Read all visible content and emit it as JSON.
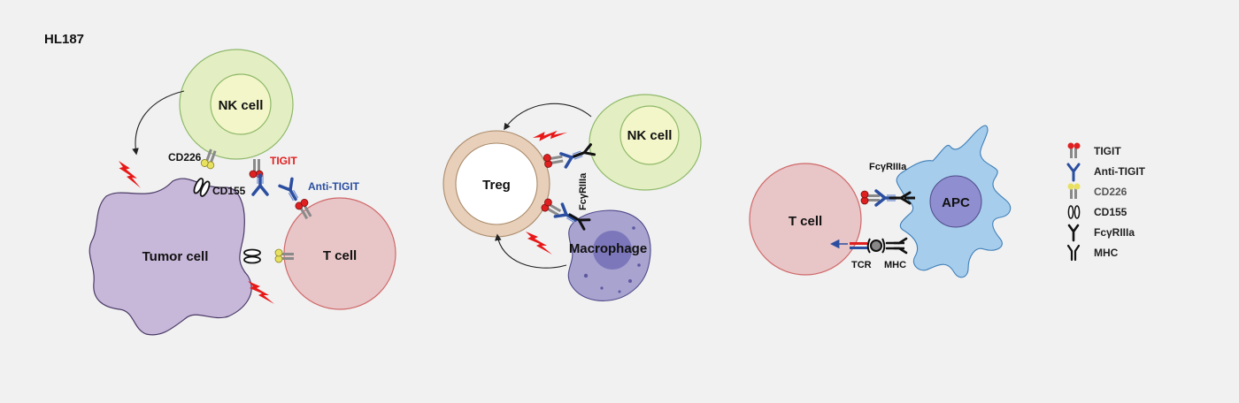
{
  "title": "HL187",
  "panel1": {
    "nk_cell": "NK cell",
    "tumor_cell": "Tumor cell",
    "t_cell": "T cell",
    "cd226": "CD226",
    "cd155": "CD155",
    "tigit": "TIGIT",
    "anti_tigit": "Anti-TIGIT"
  },
  "panel2": {
    "treg": "Treg",
    "nk_cell": "NK cell",
    "macrophage": "Macrophage",
    "fcgr": "FcγRIIIa"
  },
  "panel3": {
    "t_cell": "T cell",
    "apc": "APC",
    "fcgr": "FcγRIIIa",
    "tcr": "TCR",
    "mhc": "MHC"
  },
  "legend": [
    {
      "label": "TIGIT",
      "icon": "tigit-icon"
    },
    {
      "label": "Anti-TIGIT",
      "icon": "anti-tigit-icon"
    },
    {
      "label": "CD226",
      "icon": "cd226-icon"
    },
    {
      "label": "CD155",
      "icon": "cd155-icon"
    },
    {
      "label": "FcγRIIIa",
      "icon": "fcgr-icon"
    },
    {
      "label": "MHC",
      "icon": "mhc-icon"
    }
  ],
  "colors": {
    "nk_fill": "#e3efc2",
    "nk_nucleus": "#f3f6c8",
    "tumor_fill": "#c7b7d9",
    "tcell_fill": "#e8c5c7",
    "treg_ring": "#e8cfb9",
    "macrophage_fill": "#a9a3d0",
    "apc_fill": "#a6cdec",
    "apc_nucleus": "#8f8ed0",
    "tigit_red": "#e02020",
    "anti_blue": "#2b4ea0",
    "cd226_yellow": "#e8e060"
  }
}
